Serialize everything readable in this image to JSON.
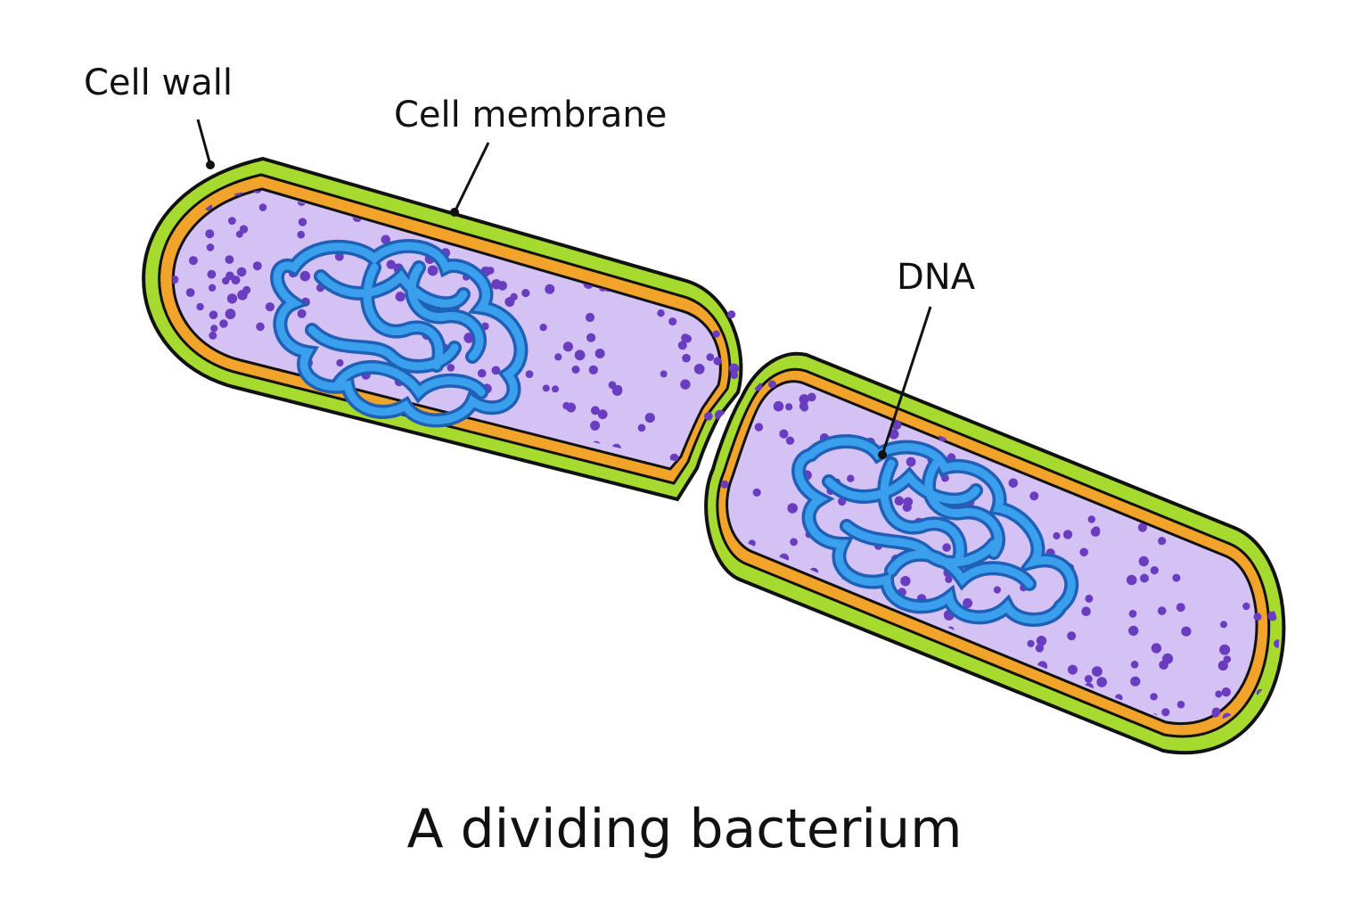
{
  "labels": {
    "cell_wall": "Cell wall",
    "cell_membrane": "Cell membrane",
    "dna": "DNA"
  },
  "caption": "A dividing bacterium",
  "colors": {
    "cell_wall": "#a6da2e",
    "cell_membrane": "#f2a42a",
    "cytoplasm": "#d5c2f5",
    "ribosome": "#6a3cc0",
    "dna_outer": "#1f5fb5",
    "dna_inner": "#3aa0ee",
    "outline": "#111111"
  }
}
